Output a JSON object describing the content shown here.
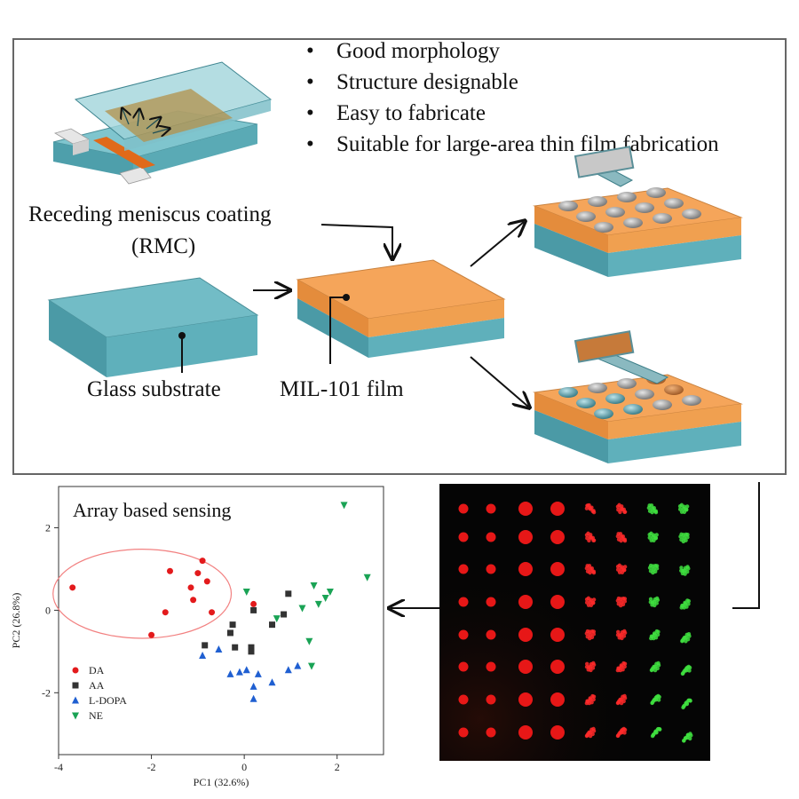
{
  "bullets": [
    "Good morphology",
    "Structure designable",
    "Easy to fabricate",
    "Suitable for large-area thin film fabrication"
  ],
  "bullet_symbol": "•",
  "labels": {
    "rmc_line1": "Receding meniscus coating",
    "rmc_line2": "(RMC)",
    "glass": "Glass substrate",
    "film": "MIL-101 film"
  },
  "colors": {
    "substrate": "#63b5c0",
    "film": "#f5a55a",
    "droplet_gray": "#8c8c8c",
    "droplet_teal": "#3f8a97",
    "droplet_brown": "#b46a2c",
    "DA": "#e31a1c",
    "AA": "#333333",
    "L-DOPA": "#1f5fd1",
    "NE": "#1aa355"
  },
  "chart_data": {
    "type": "scatter",
    "title": "Array based sensing",
    "xlabel": "PC1 (32.6%)",
    "ylabel": "PC2 (26.8%)",
    "xlim": [
      -4,
      3
    ],
    "ylim": [
      -3.5,
      3
    ],
    "xticks": [
      -4,
      -2,
      0,
      2
    ],
    "yticks": [
      -2,
      0,
      2
    ],
    "legend_position": "bottom-left",
    "series": [
      {
        "name": "DA",
        "marker": "circle",
        "color": "#e31a1c",
        "points": [
          [
            -3.7,
            0.55
          ],
          [
            -2.0,
            -0.6
          ],
          [
            -1.7,
            -0.05
          ],
          [
            -1.6,
            0.95
          ],
          [
            -1.15,
            0.55
          ],
          [
            -1.1,
            0.25
          ],
          [
            -1.0,
            0.9
          ],
          [
            -0.9,
            1.2
          ],
          [
            -0.8,
            0.7
          ],
          [
            -0.7,
            -0.05
          ],
          [
            0.2,
            0.15
          ]
        ]
      },
      {
        "name": "AA",
        "marker": "square",
        "color": "#333333",
        "points": [
          [
            -0.85,
            -0.85
          ],
          [
            -0.3,
            -0.55
          ],
          [
            -0.25,
            -0.35
          ],
          [
            -0.2,
            -0.9
          ],
          [
            0.15,
            -0.9
          ],
          [
            0.2,
            0.0
          ],
          [
            0.6,
            -0.35
          ],
          [
            0.85,
            -0.1
          ],
          [
            0.95,
            0.4
          ],
          [
            0.15,
            -1.0
          ]
        ]
      },
      {
        "name": "L-DOPA",
        "marker": "triangle-up",
        "color": "#1f5fd1",
        "points": [
          [
            -0.9,
            -1.1
          ],
          [
            -0.55,
            -0.95
          ],
          [
            -0.3,
            -1.55
          ],
          [
            -0.1,
            -1.5
          ],
          [
            0.05,
            -1.45
          ],
          [
            0.2,
            -1.85
          ],
          [
            0.3,
            -1.55
          ],
          [
            0.6,
            -1.75
          ],
          [
            0.95,
            -1.45
          ],
          [
            1.15,
            -1.35
          ],
          [
            0.2,
            -2.15
          ]
        ]
      },
      {
        "name": "NE",
        "marker": "triangle-down",
        "color": "#1aa355",
        "points": [
          [
            0.05,
            0.45
          ],
          [
            0.7,
            -0.2
          ],
          [
            1.25,
            0.05
          ],
          [
            1.4,
            -0.75
          ],
          [
            1.45,
            -1.35
          ],
          [
            1.5,
            0.6
          ],
          [
            1.75,
            0.3
          ],
          [
            1.85,
            0.45
          ],
          [
            1.6,
            0.15
          ],
          [
            2.15,
            2.55
          ],
          [
            2.65,
            0.8
          ]
        ]
      }
    ],
    "ellipse": {
      "cx": -2.2,
      "cy": 0.4,
      "rx": 1.92,
      "ry": 1.08,
      "color": "#f28080"
    }
  },
  "microarray": {
    "description": "fluorescence array image",
    "columns": [
      {
        "color": "#ff1a1a"
      },
      {
        "color": "#ff1a1a"
      },
      {
        "color": "#ff1a1a"
      },
      {
        "color": "#ff1a1a"
      },
      {
        "color": "#ff2a2a"
      },
      {
        "color": "#ff2a2a"
      },
      {
        "color": "#40e040"
      },
      {
        "color": "#40e040"
      }
    ],
    "rows": 8
  }
}
